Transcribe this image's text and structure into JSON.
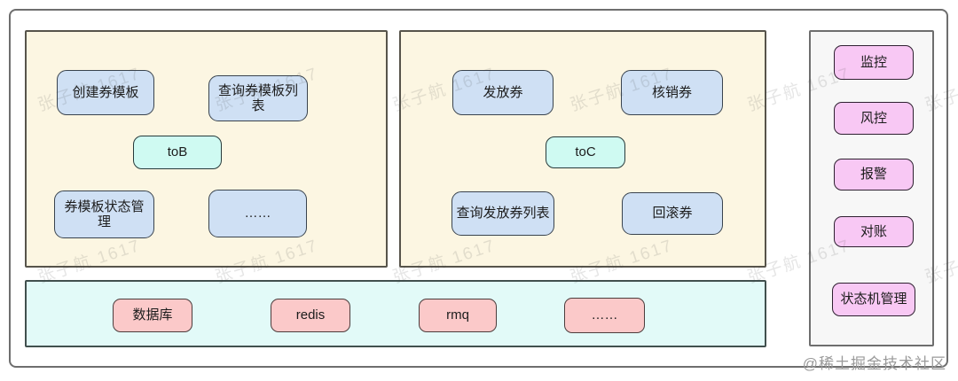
{
  "nodes": {
    "tob_panel": {
      "top": [
        "创建券模板",
        "查询券模板列表"
      ],
      "tag": "toB",
      "bottom": [
        "券模板状态管理",
        "……"
      ]
    },
    "toc_panel": {
      "top": [
        "发放券",
        "核销券"
      ],
      "tag": "toC",
      "bottom": [
        "查询发放券列表",
        "回滚券"
      ]
    },
    "infra_panel": {
      "boxes": [
        "数据库",
        "redis",
        "rmq",
        "……"
      ]
    },
    "ops_panel": {
      "boxes": [
        "监控",
        "风控",
        "报警",
        "对账",
        "状态机管理"
      ]
    }
  },
  "watermark": {
    "tile": "张子航 1617",
    "credit": "@稀土掘金技术社区"
  },
  "colors": {
    "frame_border": "#6e6e6e",
    "panel_cream": "#fcf6e2",
    "panel_cream_border": "#57544b",
    "panel_cyan": "#e2faf8",
    "panel_cyan_border": "#41504e",
    "panel_white": "#f7f7f7",
    "panel_white_border": "#6e6e6e",
    "box_blue": "#cfe0f4",
    "box_blue_border": "#39434e",
    "box_cyan": "#cffaf2",
    "box_cyan_border": "#273a3b",
    "box_pink": "#fbc9c9",
    "box_pink_border": "#4c3c3c",
    "box_magenta": "#f8c8f4",
    "box_magenta_border": "#2e2030"
  }
}
